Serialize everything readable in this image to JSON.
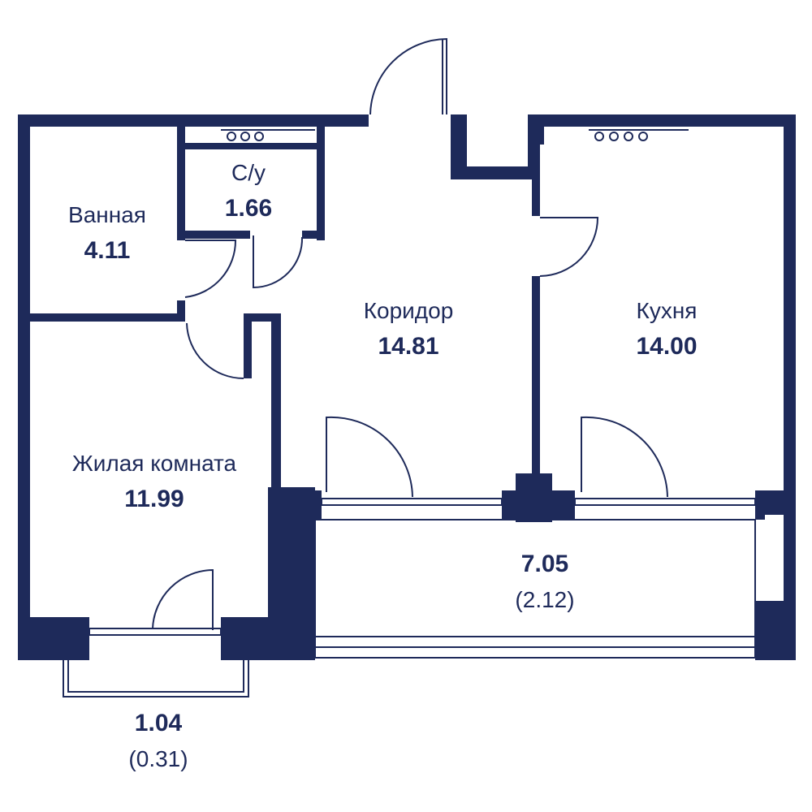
{
  "plan": {
    "colors": {
      "wall": "#1e2a5a",
      "line": "#1e2a5a",
      "background": "#ffffff"
    },
    "rooms": [
      {
        "id": "bathroom",
        "name": "Ванная",
        "area": "4.11"
      },
      {
        "id": "wc",
        "name": "С/у",
        "area": "1.66"
      },
      {
        "id": "corridor",
        "name": "Коридор",
        "area": "14.81"
      },
      {
        "id": "kitchen",
        "name": "Кухня",
        "area": "14.00"
      },
      {
        "id": "living",
        "name": "Жилая комната",
        "area": "11.99"
      }
    ],
    "balconies": [
      {
        "id": "loggia",
        "area": "7.05",
        "reduced": "(2.12)"
      },
      {
        "id": "balcony",
        "area": "1.04",
        "reduced": "(0.31)"
      }
    ]
  }
}
